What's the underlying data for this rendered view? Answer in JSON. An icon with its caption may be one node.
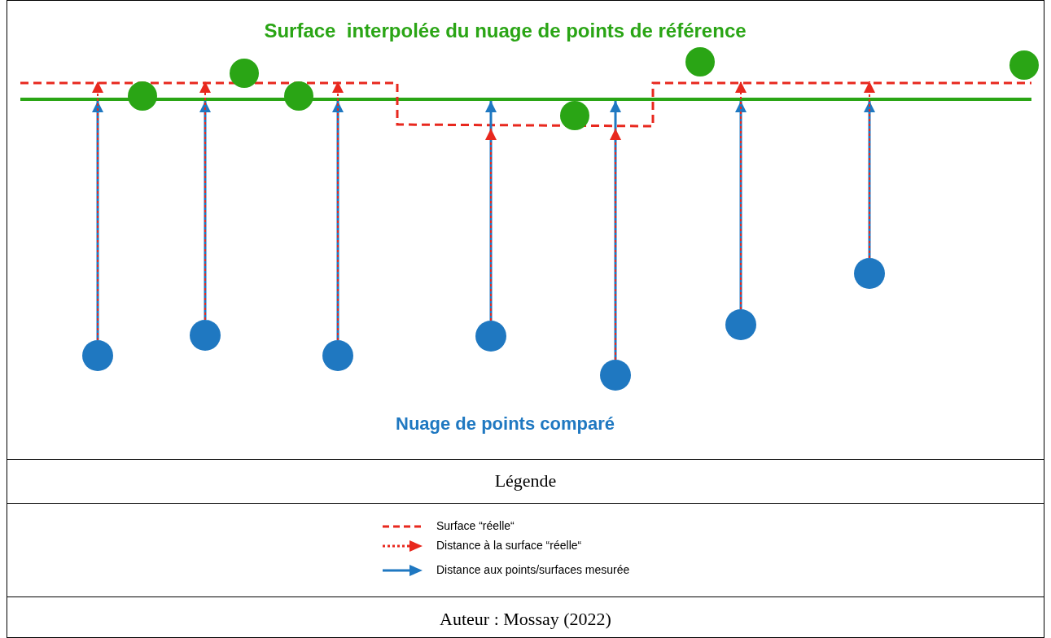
{
  "diagram": {
    "nodes": [
      {
        "text": [],
        "shape": "circle"
      },
      {
        "text": [],
        "shape": "circle"
      },
      {
        "text": [],
        "shape": "circle"
      },
      {
        "text": [],
        "shape": "circle"
      },
      {
        "text": [],
        "shape": "circle"
      },
      {
        "text": [],
        "shape": "circle"
      },
      {
        "text": [],
        "shape": "circle"
      }
    ],
    "edges": [
      {
        "from": 0,
        "to": null,
        "arrow": "to",
        "color": "#1f78c1"
      },
      {
        "from": 0,
        "to": null,
        "arrow": "to",
        "style": "dashed",
        "color": "#e8281e"
      },
      {
        "from": 1,
        "to": null,
        "arrow": "to",
        "color": "#1f78c1"
      },
      {
        "from": 1,
        "to": null,
        "arrow": "to",
        "style": "dashed",
        "color": "#e8281e"
      },
      {
        "from": 2,
        "to": null,
        "arrow": "to",
        "color": "#1f78c1"
      },
      {
        "from": 2,
        "to": null,
        "arrow": "to",
        "style": "dashed",
        "color": "#e8281e"
      },
      {
        "from": 3,
        "to": null,
        "arrow": "to",
        "color": "#1f78c1"
      },
      {
        "from": 3,
        "to": null,
        "arrow": "to",
        "style": "dashed",
        "color": "#e8281e"
      },
      {
        "from": 4,
        "to": null,
        "arrow": "to",
        "color": "#1f78c1"
      },
      {
        "from": 4,
        "to": null,
        "arrow": "to",
        "style": "dashed",
        "color": "#e8281e"
      },
      {
        "from": 5,
        "to": null,
        "arrow": "to",
        "color": "#1f78c1"
      },
      {
        "from": 5,
        "to": null,
        "arrow": "to",
        "style": "dashed",
        "color": "#e8281e"
      },
      {
        "from": 6,
        "to": null,
        "arrow": "to",
        "color": "#1f78c1"
      },
      {
        "from": 6,
        "to": null,
        "arrow": "to",
        "style": "dashed",
        "color": "#e8281e"
      }
    ],
    "labels": [
      "Surface  interpolée du nuage de points de référence",
      "Nuage de points comparé",
      "Légende",
      "Auteur : Mossay (2022)"
    ],
    "legend": [
      {
        "text": "Surface “réelle“"
      },
      {
        "text": "Distance à la surface “réelle“"
      },
      {
        "text": "Distance aux points/surfaces mesurée"
      }
    ]
  }
}
